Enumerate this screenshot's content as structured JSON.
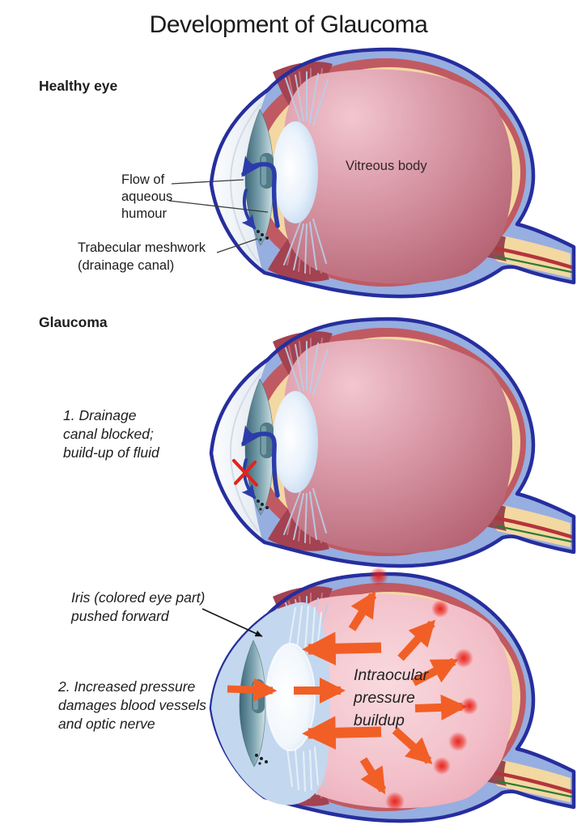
{
  "title": "Development of Glaucoma",
  "sections": {
    "healthy": {
      "heading": "Healthy eye",
      "flow_label": {
        "line1": "Flow of",
        "line2": "aqueous",
        "line3": "humour"
      },
      "trabecular_label": {
        "line1": "Trabecular meshwork",
        "line2": "(drainage canal)"
      },
      "vitreous_label": "Vitreous body"
    },
    "glaucoma": {
      "heading": "Glaucoma",
      "stage1_label": {
        "line1": "1. Drainage",
        "line2": "canal blocked;",
        "line3": "build-up of fluid"
      },
      "iris_label": {
        "line1": "Iris (colored eye part)",
        "line2": "pushed forward"
      },
      "stage2_label": {
        "line1": "2. Increased pressure",
        "line2": "damages blood vessels",
        "line3": "and optic nerve"
      },
      "pressure_label": {
        "line1": "Intraocular",
        "line2": "pressure",
        "line3": "buildup"
      }
    }
  },
  "colors": {
    "outline_blue": "#262e9e",
    "sclera_blue": "#97aee0",
    "choroid_red": "#c05a62",
    "ciliary_red": "#a34251",
    "retina_cream": "#f3d8a2",
    "flow_arrow_blue": "#2b3caa",
    "pressure_arrow_orange": "#f15f26",
    "damage_red": "#e3231b",
    "nerve_artery_red": "#b5343c",
    "nerve_vein_green": "#2e7b34"
  }
}
